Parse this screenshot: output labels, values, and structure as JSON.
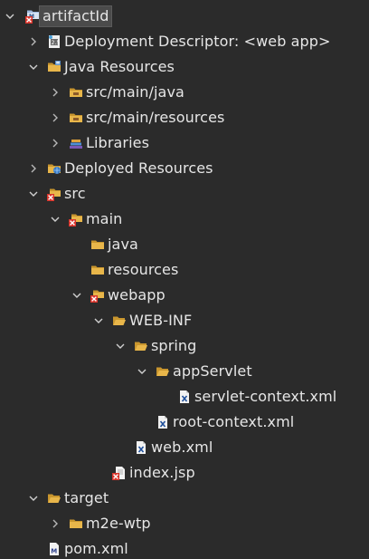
{
  "tree": [
    {
      "label": "artifactId",
      "expander": "expanded",
      "icon": "project-error-icon",
      "depth": 0,
      "selected": true
    },
    {
      "label": "Deployment Descriptor: <web app>",
      "expander": "collapsed",
      "icon": "deployment-descriptor-icon",
      "depth": 1
    },
    {
      "label": "Java Resources",
      "expander": "expanded",
      "icon": "java-resources-icon",
      "depth": 1
    },
    {
      "label": "src/main/java",
      "expander": "collapsed",
      "icon": "source-folder-icon",
      "depth": 2
    },
    {
      "label": "src/main/resources",
      "expander": "collapsed",
      "icon": "source-folder-icon",
      "depth": 2
    },
    {
      "label": "Libraries",
      "expander": "collapsed",
      "icon": "libraries-icon",
      "depth": 2
    },
    {
      "label": "Deployed Resources",
      "expander": "collapsed",
      "icon": "deployed-resources-icon",
      "depth": 1
    },
    {
      "label": "src",
      "expander": "expanded",
      "icon": "folder-error-icon",
      "depth": 1
    },
    {
      "label": "main",
      "expander": "expanded",
      "icon": "folder-error-icon",
      "depth": 2
    },
    {
      "label": "java",
      "expander": "none",
      "icon": "folder-icon",
      "depth": 3
    },
    {
      "label": "resources",
      "expander": "none",
      "icon": "folder-icon",
      "depth": 3
    },
    {
      "label": "webapp",
      "expander": "expanded",
      "icon": "folder-error-icon",
      "depth": 3
    },
    {
      "label": "WEB-INF",
      "expander": "expanded",
      "icon": "folder-open-icon",
      "depth": 4
    },
    {
      "label": "spring",
      "expander": "expanded",
      "icon": "folder-open-icon",
      "depth": 5
    },
    {
      "label": "appServlet",
      "expander": "expanded",
      "icon": "folder-open-icon",
      "depth": 6
    },
    {
      "label": "servlet-context.xml",
      "expander": "none",
      "icon": "xml-file-icon",
      "depth": 7
    },
    {
      "label": "root-context.xml",
      "expander": "none",
      "icon": "xml-file-icon",
      "depth": 6
    },
    {
      "label": "web.xml",
      "expander": "none",
      "icon": "xml-file-icon",
      "depth": 5
    },
    {
      "label": "index.jsp",
      "expander": "none",
      "icon": "jsp-error-icon",
      "depth": 4
    },
    {
      "label": "target",
      "expander": "expanded",
      "icon": "folder-open-icon",
      "depth": 1
    },
    {
      "label": "m2e-wtp",
      "expander": "collapsed",
      "icon": "folder-icon",
      "depth": 2
    },
    {
      "label": "pom.xml",
      "expander": "none",
      "icon": "maven-pom-icon",
      "depth": 1
    }
  ],
  "colors": {
    "background": "#2b2b2b",
    "text": "#e6e6e6",
    "folder": "#e8b64a",
    "error": "#d9342b",
    "selection": "#4b4b4b"
  }
}
